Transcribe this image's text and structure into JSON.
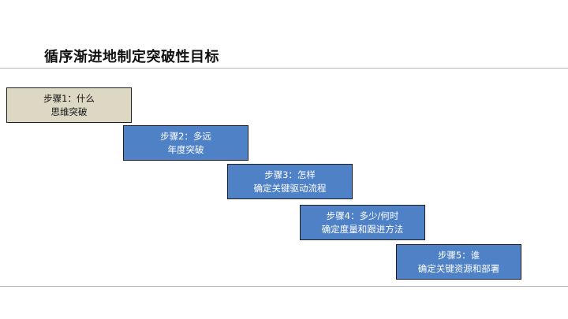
{
  "title": "循序渐进地制定突破性目标",
  "steps": [
    {
      "line1": "步骤1：什么",
      "line2": "思维突破"
    },
    {
      "line1": "步骤2：多远",
      "line2": "年度突破"
    },
    {
      "line1": "步骤3：怎样",
      "line2": "确定关键驱动流程"
    },
    {
      "line1": "步骤4：多少/何时",
      "line2": "确定度量和跟进方法"
    },
    {
      "line1": "步骤5：谁",
      "line2": "确定关键资源和部署"
    }
  ],
  "colors": {
    "first_step_fill": "#dcd8c4",
    "step_fill": "#4f81c7",
    "step_border": "#1f1f1f",
    "rule": "#b5b5b5"
  }
}
